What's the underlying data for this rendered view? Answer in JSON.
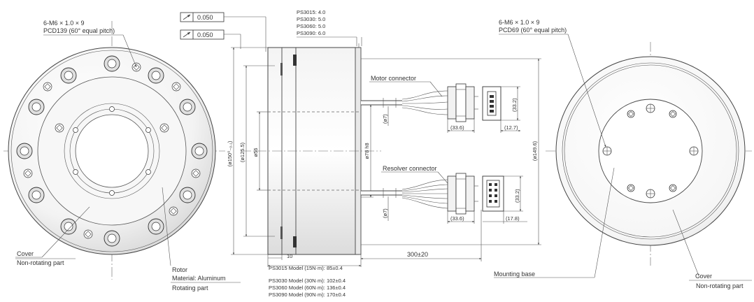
{
  "left_view": {
    "callout_line1": "6-M6 × 1.0 × 9",
    "callout_line2": "PCD139 (60° equal pitch)",
    "cover_label": "Cover",
    "cover_sub": "Non-rotating part",
    "rotor_label": "Rotor",
    "rotor_material": "Material: Aluminum",
    "rotor_sub": "Rotating part"
  },
  "side_view": {
    "tolerance_value_1": "0.050",
    "tolerance_value_2": "0.050",
    "thickness_lines": [
      "PS3015: 4.0",
      "PS3030: 5.0",
      "PS3060: 5.0",
      "PS3090: 6.0"
    ],
    "dia_150": "(ø150⁰₋₀.₁)",
    "dia_125": "(ø125.5)",
    "dia_56": "ø56",
    "dia_78": "ø78 h8",
    "dia_149": "(ø149.6)",
    "dim_10": "10",
    "cable_length": "300±20",
    "length_lines": [
      "PS3015 Model (15N·m): 85±0.4",
      "PS3030 Model (30N·m): 102±0.4",
      "PS3060 Model (60N·m): 136±0.4",
      "PS3090 Model (90N·m): 170±0.4"
    ]
  },
  "motor_connector": {
    "label": "Motor connector",
    "cable_dia": "(ø7)",
    "length": "(33.6)",
    "height": "(33.2)",
    "width": "(12.7)"
  },
  "resolver_connector": {
    "label": "Resolver connector",
    "cable_dia": "(ø7)",
    "length": "(33.6)",
    "height": "(33.2)",
    "width": "(17.8)"
  },
  "right_view": {
    "callout_line1": "6-M6 × 1.0 × 9",
    "callout_line2": "PCD69 (60° equal pitch)",
    "mounting_label": "Mounting base",
    "cover_label": "Cover",
    "cover_sub": "Non-rotating part"
  }
}
